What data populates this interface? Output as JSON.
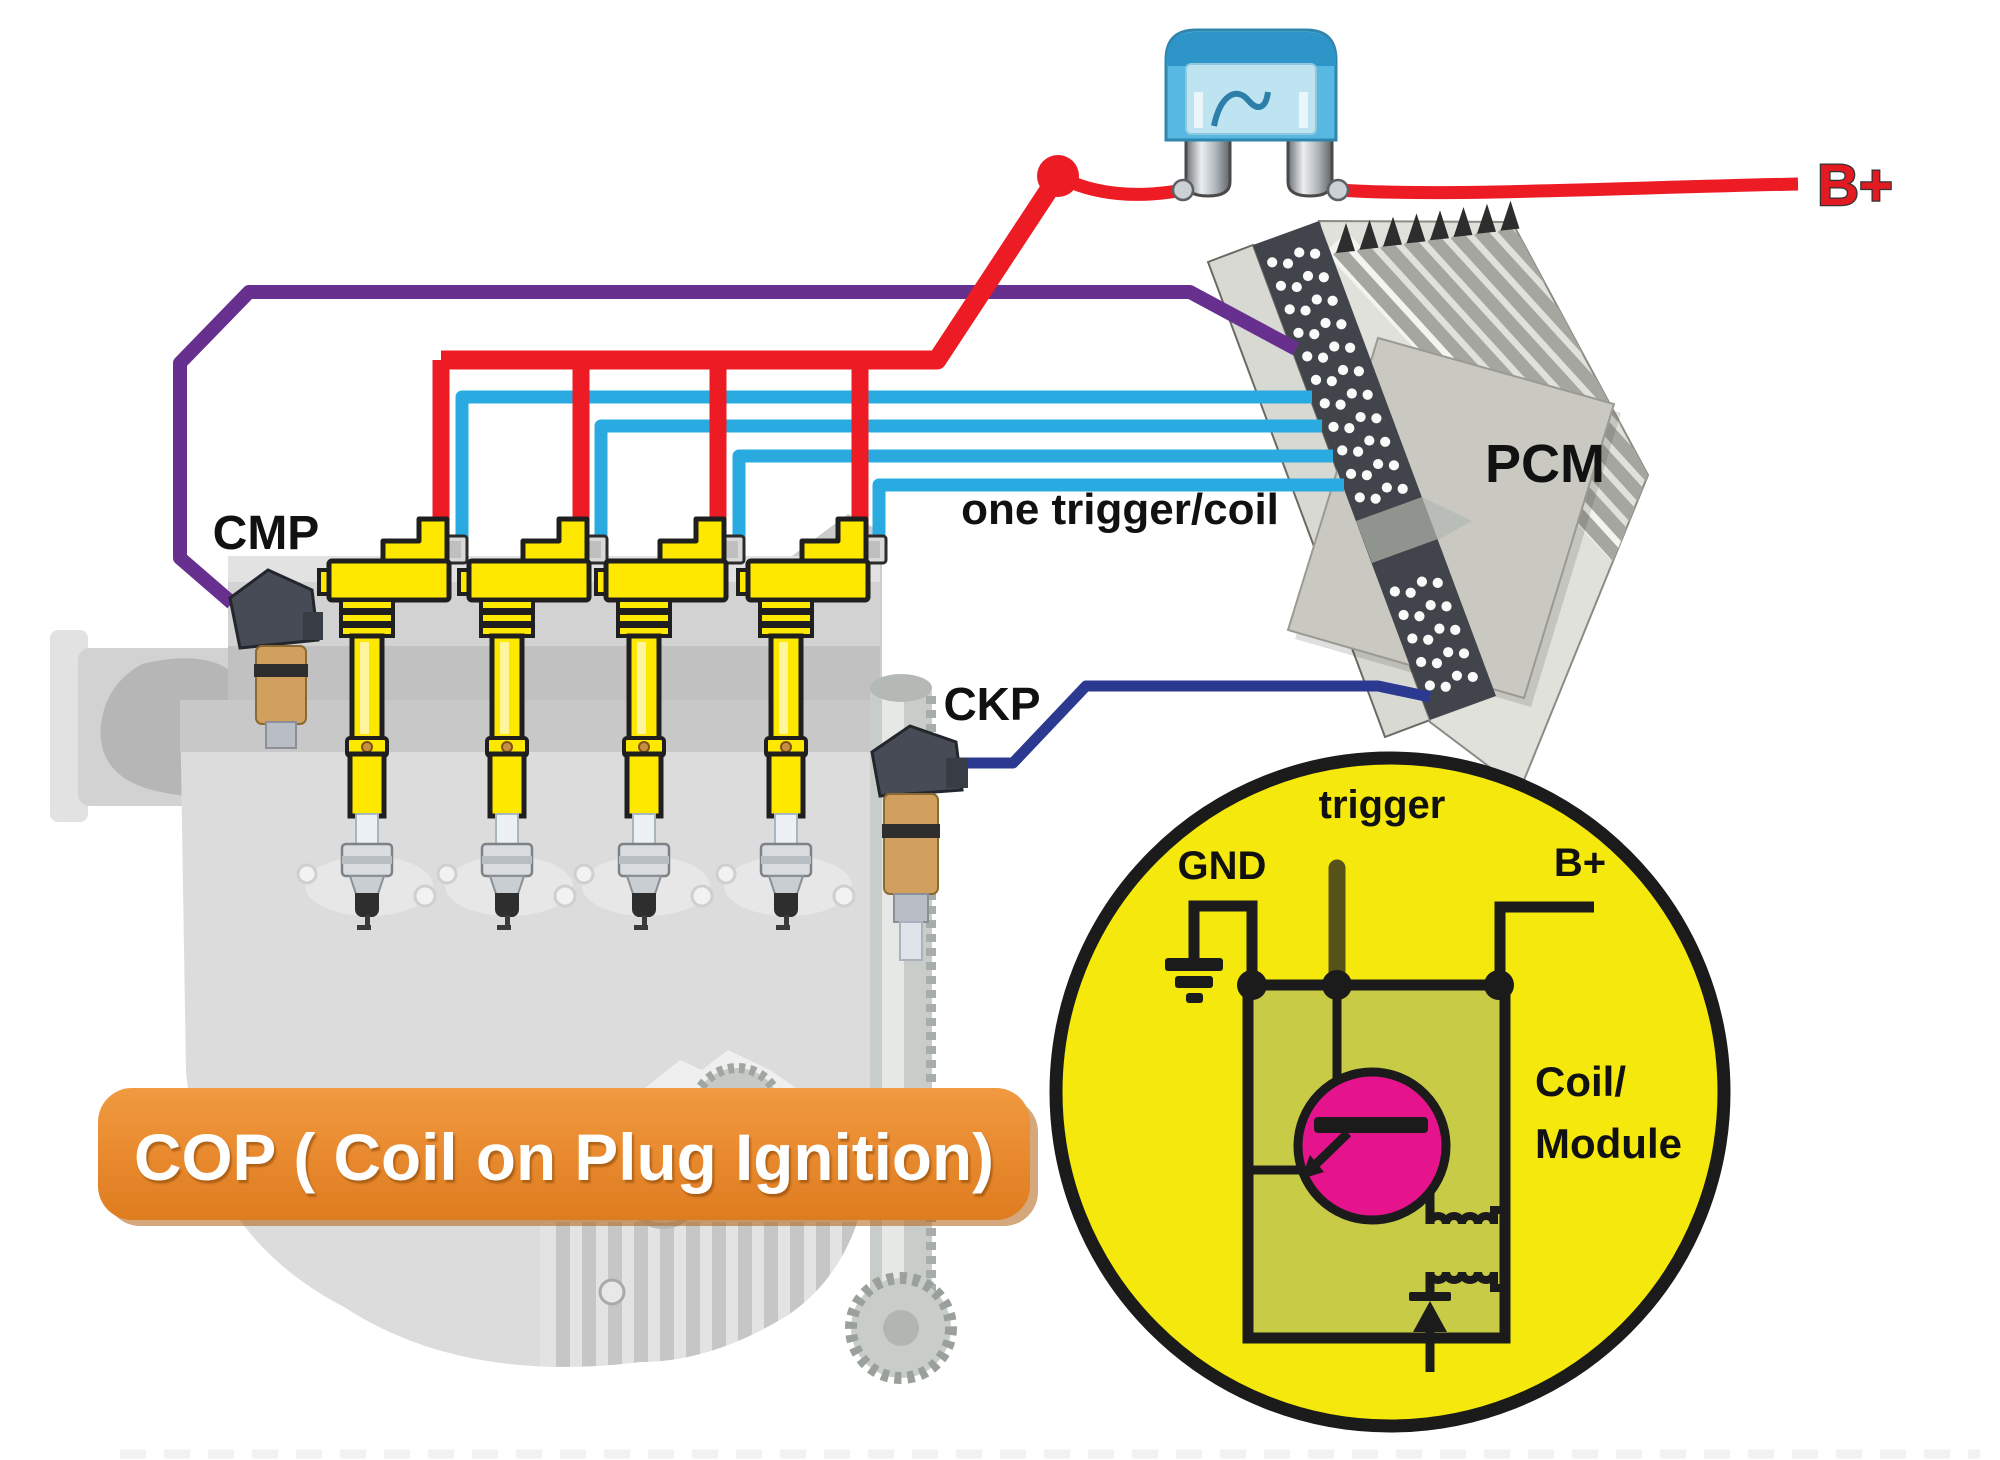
{
  "diagram": {
    "banner": {
      "title": "COP ( Coil on Plug Ignition)"
    },
    "labels": {
      "battery": "B+",
      "pcm": "PCM",
      "cmp": "CMP",
      "ckp": "CKP",
      "trigger_note": "one trigger/coil"
    },
    "inset": {
      "trigger": "trigger",
      "gnd": "GND",
      "battery": "B+",
      "coil_module": [
        "Coil/",
        "Module"
      ]
    },
    "colors": {
      "battery_wire": "#EC1B24",
      "trigger_wire": "#29ABE2",
      "cmp_wire": "#67308F",
      "ckp_wire": "#2B3990",
      "coil_body": "#FFE800",
      "coil_outline": "#1F1F1F",
      "banner": "#E98A2F",
      "banner_shadow": "#B35F13",
      "inset_bg": "#F4E80C",
      "module_box": "#C7CB46",
      "transistor": "#E6148C",
      "fuse_body": "#57B9E2",
      "sensor_body": "#474B55",
      "sensor_sleeve": "#D2A05E",
      "engine_gray": "#DCDCDC"
    },
    "coil_count": 4
  }
}
